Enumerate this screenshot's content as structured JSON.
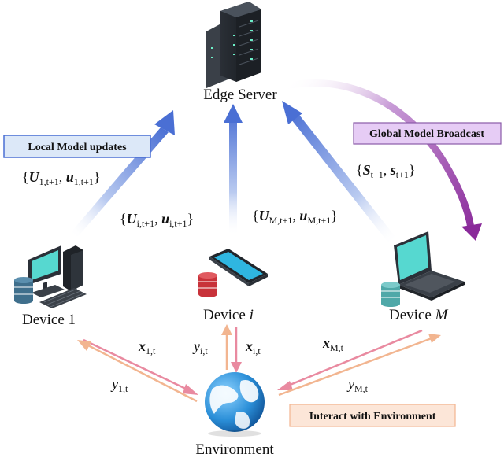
{
  "nodes": {
    "edge_server": "Edge Server",
    "device_1": "Device 1",
    "device_i": "Device ",
    "device_i_var": "i",
    "device_m": "Device ",
    "device_m_var": "M",
    "environment": "Environment"
  },
  "boxes": {
    "local_updates": "Local Model updates",
    "global_broadcast": "Global Model Broadcast",
    "interact": "Interact with Environment"
  },
  "uploads": {
    "device_1": {
      "U": "U",
      "sub_u": "1,t+1",
      "u": "u",
      "sub_uu": "1,t+1"
    },
    "device_i": {
      "U": "U",
      "sub_u": "i,t+1",
      "u": "u",
      "sub_uu": "i,t+1"
    },
    "device_m": {
      "U": "U",
      "sub_u": "M,t+1",
      "u": "u",
      "sub_uu": "M,t+1"
    }
  },
  "broadcast": {
    "S": "S",
    "sub_s": "t+1",
    "s": "s",
    "sub_ss": "t+1"
  },
  "env_links": {
    "x1": {
      "var": "x",
      "sub": "1,t"
    },
    "y1": {
      "var": "y",
      "sub": "1,t"
    },
    "xi": {
      "var": "x",
      "sub": "i,t"
    },
    "yi": {
      "var": "y",
      "sub": "i,t"
    },
    "xm": {
      "var": "x",
      "sub": "M,t"
    },
    "ym": {
      "var": "y",
      "sub": "M,t"
    }
  },
  "colors": {
    "upload_arrow": "#4a6fd4",
    "broadcast_arrow": "#8a2a9a",
    "env_arrow_pink": "#e98aa0",
    "env_arrow_orange": "#f2b590",
    "box_blue_fill": "#dce8f8",
    "box_purple_fill": "#e6ccf5",
    "box_peach_fill": "#fce6d8"
  }
}
